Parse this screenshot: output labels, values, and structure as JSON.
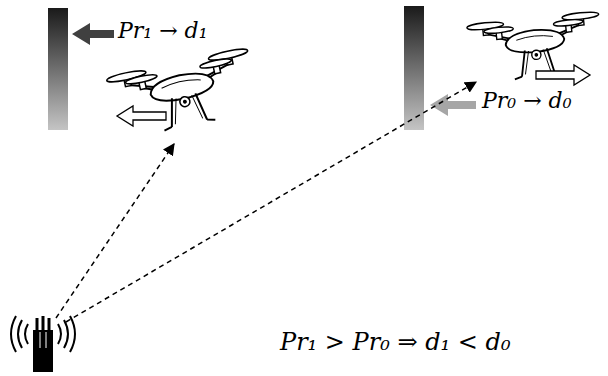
{
  "diagram": {
    "labels": [
      "Pr₁ → d₁",
      "Pr₀ → d₀",
      "Pr₁ > Pr₀ ⇒ d₁ < d₀"
    ]
  }
}
